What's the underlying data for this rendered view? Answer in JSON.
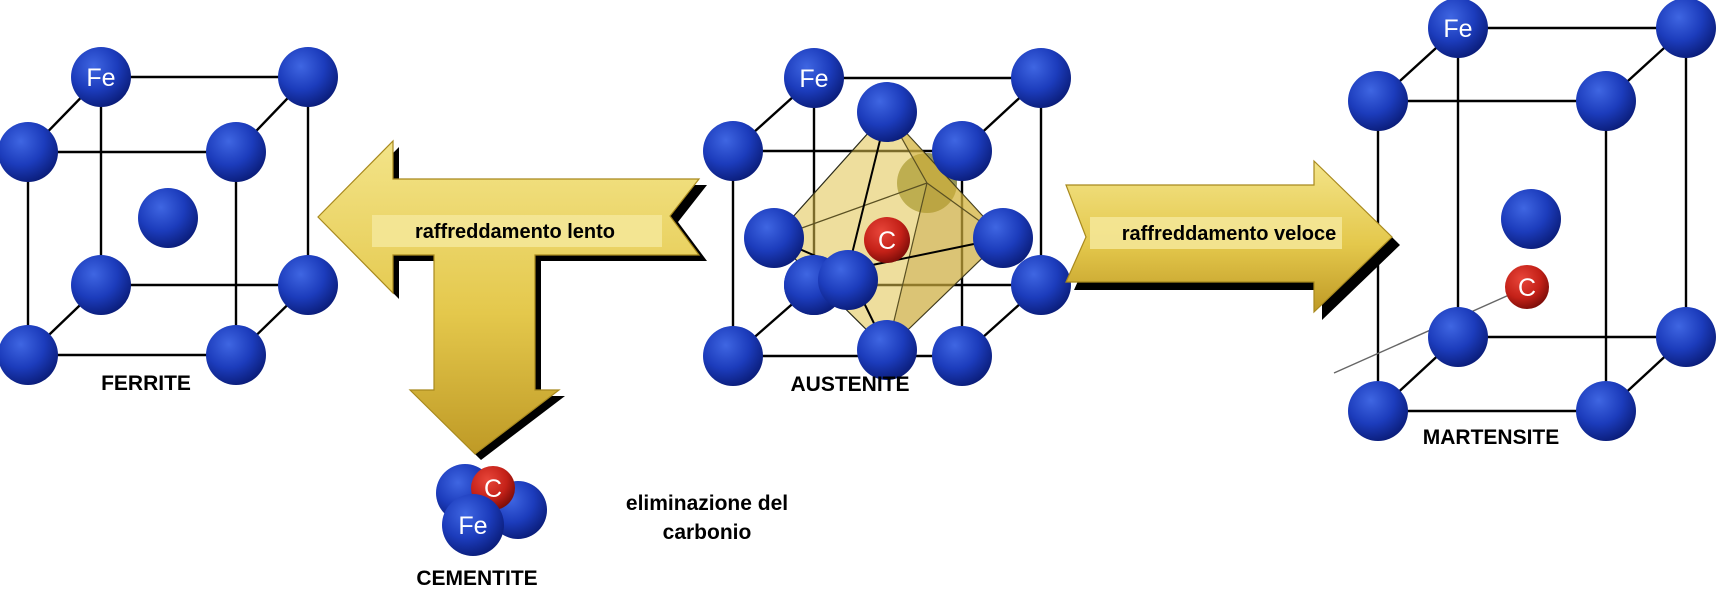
{
  "atoms": {
    "fe_symbol": "Fe",
    "c_symbol": "C",
    "fe_color": "#1533b0",
    "c_color": "#c8231b"
  },
  "structures": {
    "ferrite": "FERRITE",
    "austenite": "AUSTENITE",
    "martensite": "MARTENSITE",
    "cementite": "CEMENTITE"
  },
  "arrows": {
    "slow_cooling": "raffreddamento lento",
    "fast_cooling": "raffreddamento veloce",
    "arrow_color": "#e6cc55"
  },
  "notes": {
    "carbon_elimination_line1": "eliminazione del",
    "carbon_elimination_line2": "carbonio"
  }
}
